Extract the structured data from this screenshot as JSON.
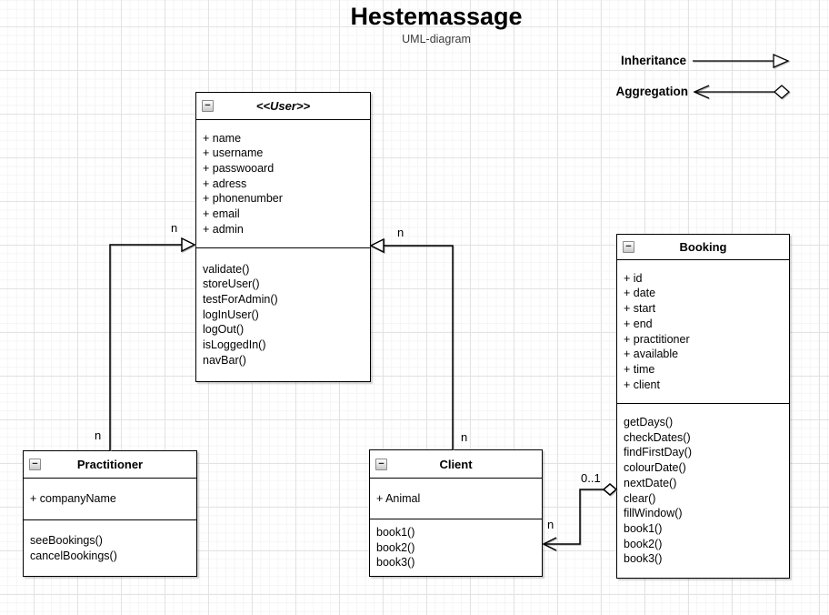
{
  "page": {
    "title": "Hestemassage",
    "subtitle": "UML-diagram"
  },
  "legend": {
    "inheritance": "Inheritance",
    "aggregation": "Aggregation"
  },
  "icons": {
    "collapse": "−"
  },
  "classes": [
    {
      "name": "<<User>>",
      "attributes": [
        "+ name",
        "+ username",
        "+ passwooard",
        "+ adress",
        "+ phonenumber",
        "+ email",
        "+ admin"
      ],
      "methods": [
        "validate()",
        "storeUser()",
        "testForAdmin()",
        "logInUser()",
        "logOut()",
        "isLoggedIn()",
        "navBar()"
      ]
    },
    {
      "name": "Practitioner",
      "attributes": [
        "+ companyName"
      ],
      "methods": [
        "seeBookings()",
        "cancelBookings()"
      ]
    },
    {
      "name": "Client",
      "attributes": [
        "+ Animal"
      ],
      "methods": [
        "book1()",
        "book2()",
        "book3()"
      ]
    },
    {
      "name": "Booking",
      "attributes": [
        "+ id",
        "+ date",
        "+ start",
        "+ end",
        "+ practitioner",
        "+ available",
        "+ time",
        "+ client"
      ],
      "methods": [
        "getDays()",
        "checkDates()",
        "findFirstDay()",
        "colourDate()",
        "nextDate()",
        "clear()",
        "fillWindow()",
        "book1()",
        "book2()",
        "book3()"
      ]
    }
  ],
  "multiplicities": [
    {
      "edge": "practitioner-user",
      "position": "near-user",
      "text": "n"
    },
    {
      "edge": "practitioner-user",
      "position": "near-practitioner",
      "text": "n"
    },
    {
      "edge": "client-user",
      "position": "near-user",
      "text": "n"
    },
    {
      "edge": "client-user",
      "position": "near-client",
      "text": "n"
    },
    {
      "edge": "booking-client",
      "position": "near-booking",
      "text": "0..1"
    },
    {
      "edge": "booking-client",
      "position": "near-client",
      "text": "n"
    }
  ],
  "colors": {
    "box_fill": "#ffffff",
    "box_border": "#000000",
    "text": "#000000",
    "subtitle_text": "#3b3b3b",
    "grid_minor": "#f5f5f5",
    "grid_major": "#e3e3e3",
    "background": "#ffffff"
  }
}
